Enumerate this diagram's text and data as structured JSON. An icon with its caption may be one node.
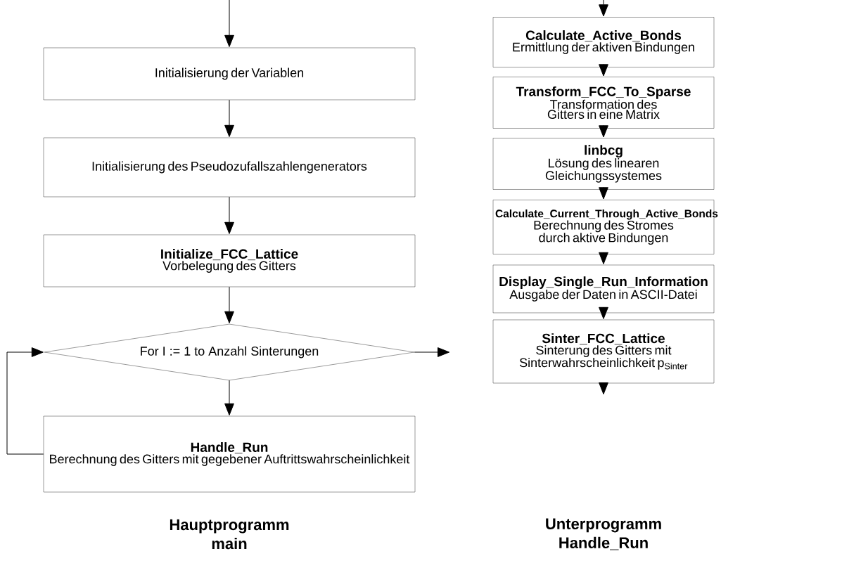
{
  "diagram": {
    "nodes": [
      {
        "text": [
          "Initialisierung der Variablen"
        ]
      },
      {
        "text": [
          "Initialisierung des Pseudozufallszahlengenerators"
        ]
      },
      {
        "text": [
          "Initialize_FCC_Lattice",
          "Vorbelegung des Gitters"
        ]
      },
      {
        "text": [
          "For I := 1 to Anzahl Sinterungen"
        ]
      },
      {
        "text": [
          "Handle_Run",
          "Berechnung des Gitters mit gegebener Auftrittswahrscheinlichkeit"
        ]
      },
      {
        "text": [
          "Calculate_Active_Bonds",
          "Ermittlung der aktiven Bindungen"
        ]
      },
      {
        "text": [
          "Transform_FCC_To_Sparse",
          "Transformation des Gitters in eine Matrix"
        ]
      },
      {
        "text": [
          "linbcg",
          "Lösung des linearen Gleichungssystemes"
        ]
      },
      {
        "text": [
          "Calculate_Current_Through_Active_Bonds",
          "Berechnung des Stromes durch aktive Bindungen"
        ]
      },
      {
        "text": [
          "Display_Single_Run_Information",
          "Ausgabe der Daten in ASCII-Datei"
        ]
      },
      {
        "text": [
          "Sinter_FCC_Lattice",
          "Sinterung des Gitters mit Sinterwahrscheinlichkeit p$_{Sinter}$"
        ]
      }
    ],
    "edges": [
      {
        "from": null,
        "to": 0,
        "arrow": "to"
      },
      {
        "from": 0,
        "to": 1,
        "arrow": "to"
      },
      {
        "from": 1,
        "to": 2,
        "arrow": "to"
      },
      {
        "from": 2,
        "to": 3,
        "arrow": "to"
      },
      {
        "from": 3,
        "to": 4,
        "arrow": "to"
      },
      {
        "from": 4,
        "to": 3,
        "arrow": "to"
      },
      {
        "from": 3,
        "to": null,
        "arrow": "to"
      },
      {
        "from": null,
        "to": 5,
        "arrow": "to"
      },
      {
        "from": 5,
        "to": 6,
        "arrow": "to"
      },
      {
        "from": 6,
        "to": 7,
        "arrow": "to"
      },
      {
        "from": 7,
        "to": 8,
        "arrow": "to"
      },
      {
        "from": 8,
        "to": 9,
        "arrow": "to"
      },
      {
        "from": 9,
        "to": 10,
        "arrow": "to"
      },
      {
        "from": 10,
        "to": null,
        "arrow": "to"
      }
    ],
    "labels": [
      "Hauptprogramm main",
      "Unterprogramm Handle_Run"
    ]
  }
}
